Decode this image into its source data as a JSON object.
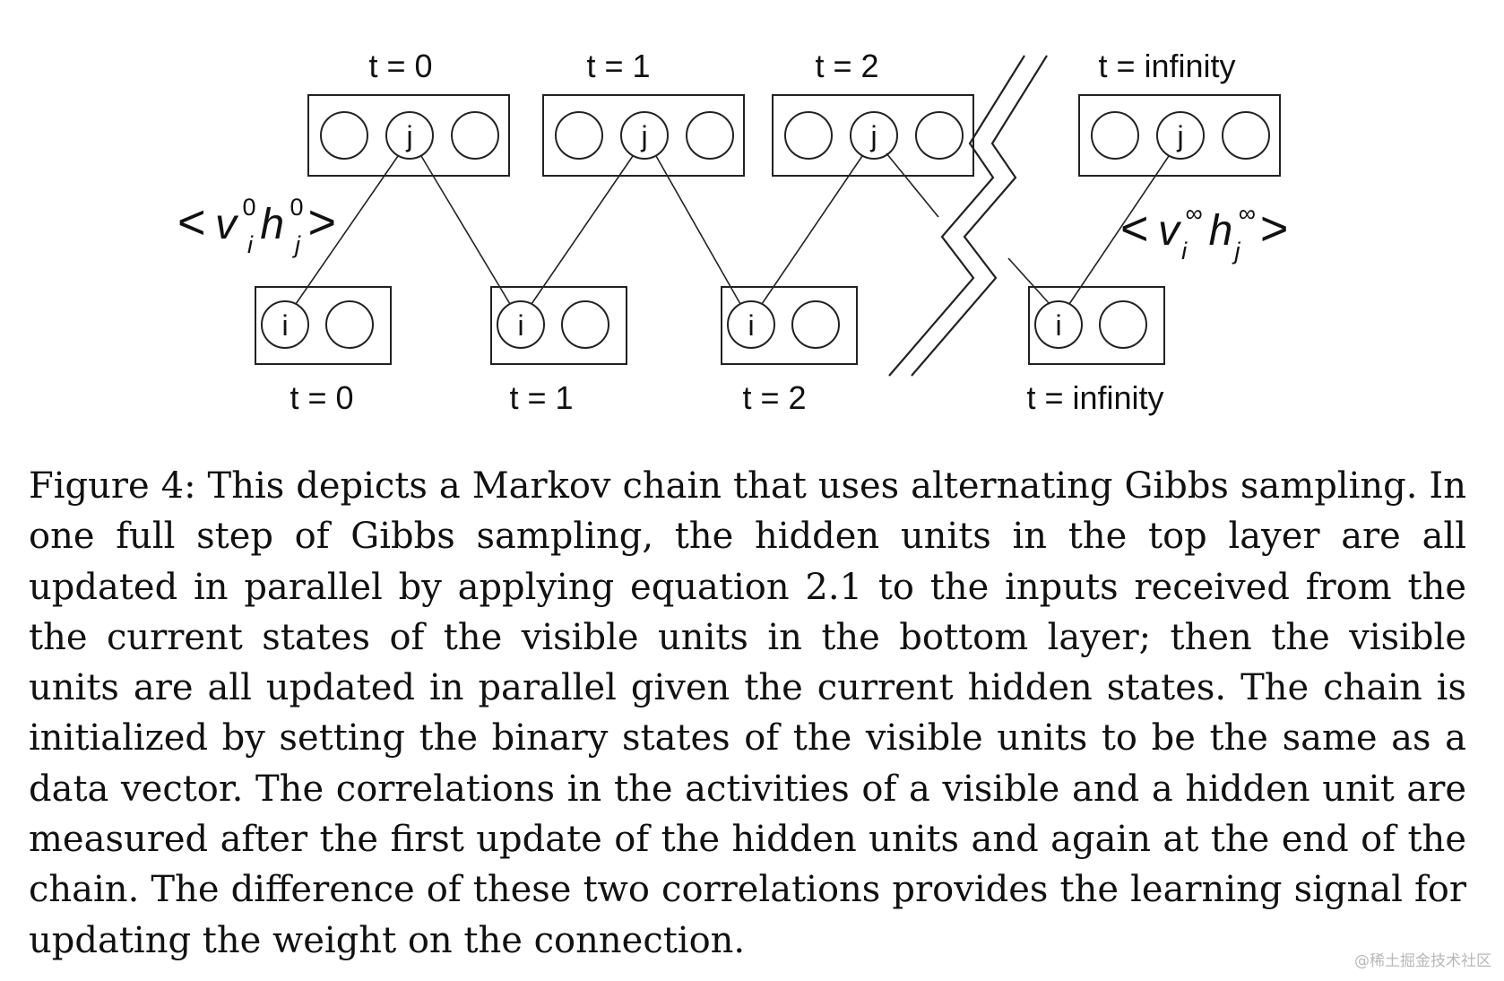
{
  "diagram": {
    "hidden_unit_label": "j",
    "visible_unit_label": "i",
    "top_time_labels": [
      "t = 0",
      "t = 1",
      "t = 2",
      "t = infinity"
    ],
    "bottom_time_labels": [
      "t = 0",
      "t = 1",
      "t = 2",
      "t = infinity"
    ],
    "start_correlation": {
      "left": "<",
      "v": "v",
      "v_sup": "0",
      "v_sub": "i",
      "h": "h",
      "h_sup": "0",
      "h_sub": "j",
      "right": ">"
    },
    "end_correlation": {
      "left": "<",
      "v": "v",
      "v_sup": "∞",
      "v_sub": "i",
      "h": "h",
      "h_sup": "∞",
      "h_sub": "j",
      "right": ">"
    }
  },
  "caption": {
    "text": "Figure 4: This depicts a Markov chain that uses alternating Gibbs sampling. In one full step of Gibbs sampling, the hidden units in the top layer are all updated in parallel by applying equation 2.1 to the inputs received from the the current states of the visible units in the bottom layer; then the visible units are all updated in parallel given the current hidden states. The chain is initialized by setting the binary states of the visible units to be the same as a data vector. The correlations in the activities of a visible and a hidden unit are measured after the first update of the hidden units and again at the end of the chain. The difference of these two correlations provides the learning signal for updating the weight on the connection."
  },
  "watermark": "@稀土掘金技术社区"
}
